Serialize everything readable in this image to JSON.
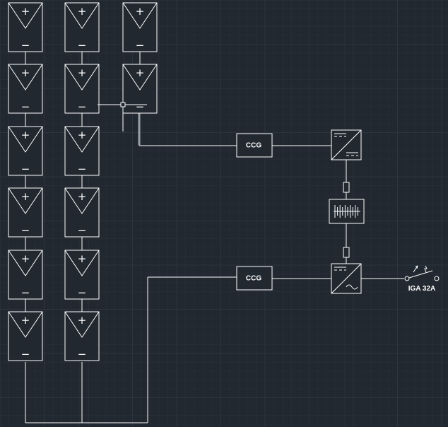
{
  "diagram": {
    "panel_plus": "+",
    "panel_minus": "−",
    "combiner_box_1": "CCG",
    "combiner_box_2": "CCG",
    "breaker_label": "IGA 32A",
    "colors": {
      "background": "#212830",
      "line": "#ffffff",
      "grid": "#2c3440"
    },
    "icons": [
      "solar-panel-icon",
      "dc-dc-converter-icon",
      "battery-icon",
      "inverter-icon",
      "fuse-icon",
      "circuit-breaker-icon",
      "crosshair-cursor-icon"
    ]
  }
}
